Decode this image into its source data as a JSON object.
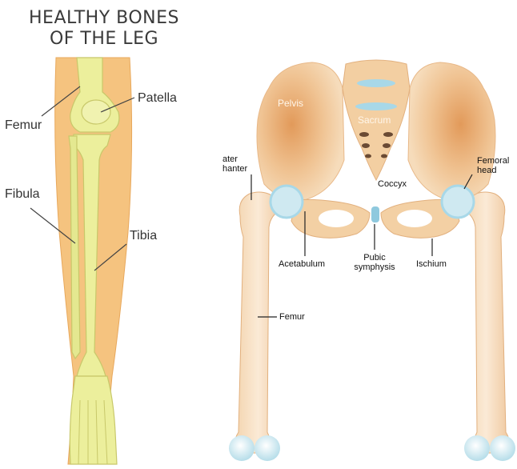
{
  "left_panel": {
    "title_line1": "HEALTHY BONES",
    "title_line2": "OF THE LEG",
    "labels": {
      "femur": "Femur",
      "patella": "Patella",
      "fibula": "Fibula",
      "tibia": "Tibia"
    }
  },
  "right_panel": {
    "labels": {
      "pelvis": "Pelvis",
      "sacrum": "Sacrum",
      "coccyx": "Coccyx",
      "greater_trochanter_line1": "ater",
      "greater_trochanter_line2": "hanter",
      "femoral_head_line1": "Femoral",
      "femoral_head_line2": "head",
      "acetabulum": "Acetabulum",
      "pubic_symphysis_line1": "Pubic",
      "pubic_symphysis_line2": "symphysis",
      "ischium": "Ischium",
      "femur": "Femur"
    }
  },
  "colors": {
    "leg_outline": "#f0c078",
    "bone_yellow": "#ecef9c",
    "bone_outline": "#c8c86a",
    "pelvis_bone": "#f4d2a8",
    "pelvis_shade": "#e7a870",
    "cartilage": "#a8d8e8"
  }
}
